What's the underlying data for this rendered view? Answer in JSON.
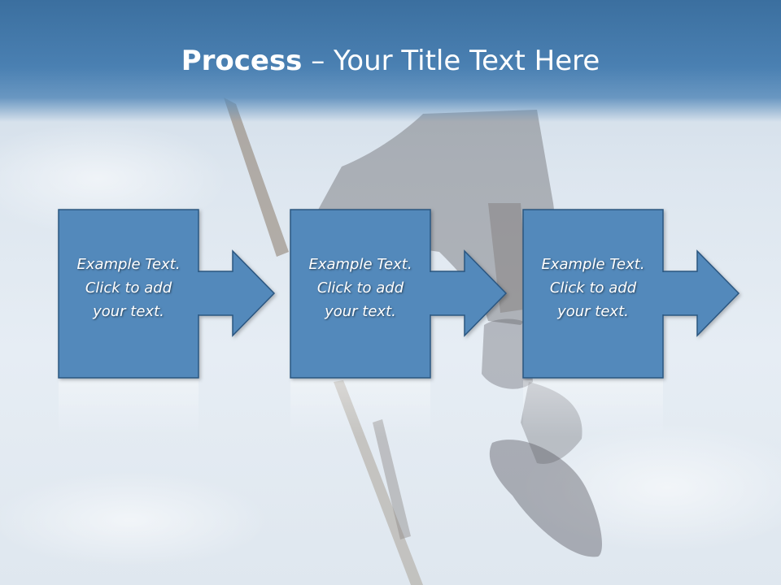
{
  "title": {
    "bold": "Process",
    "rest": " – Your Title Text Here"
  },
  "steps": [
    {
      "line1": "Example Text.",
      "line2": "Click  to add",
      "line3": "your text."
    },
    {
      "line1": "Example Text.",
      "line2": "Click  to add",
      "line3": "your text."
    },
    {
      "line1": "Example Text.",
      "line2": "Click  to add",
      "line3": "your text."
    }
  ],
  "colors": {
    "title_bar": "#3b6f9f",
    "box_fill": "#5389bb",
    "box_border": "#2b5680",
    "title_text": "#ffffff"
  }
}
